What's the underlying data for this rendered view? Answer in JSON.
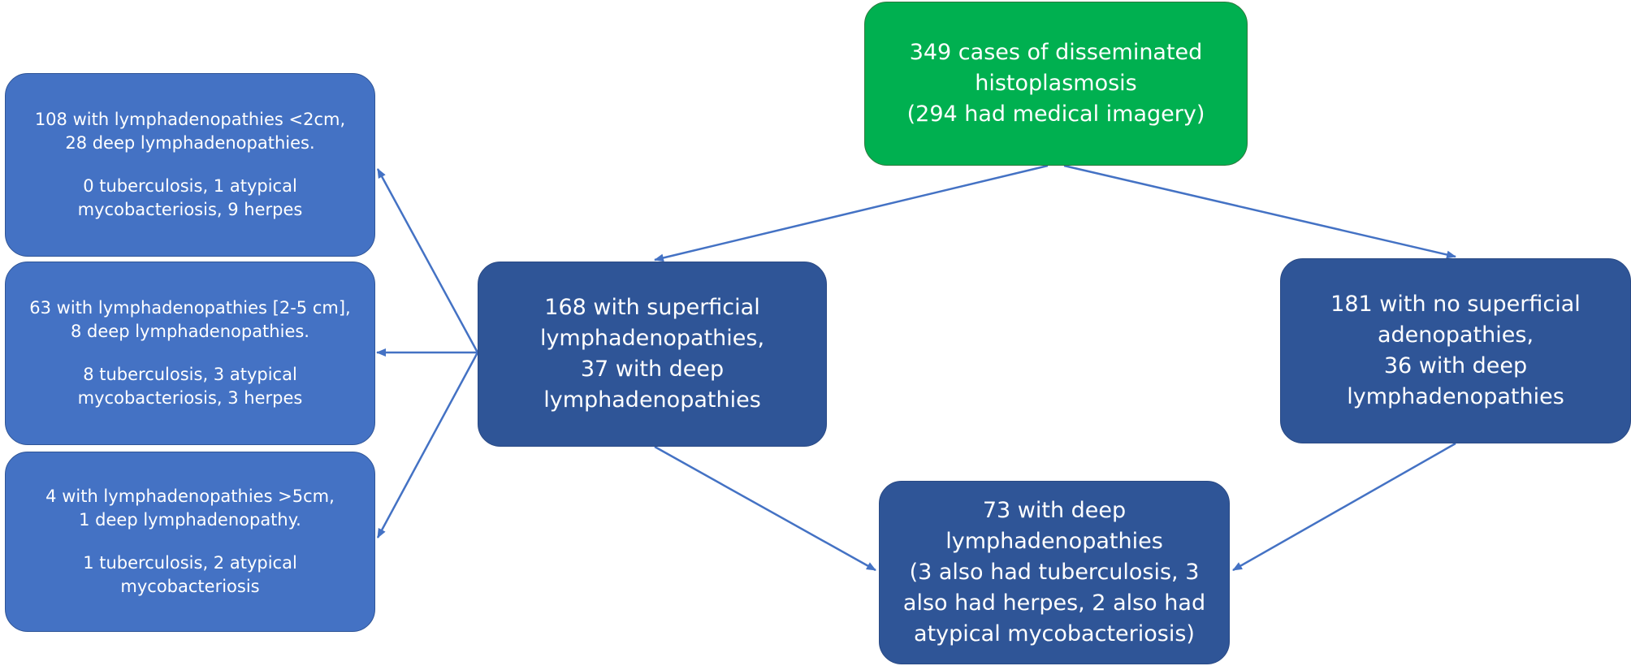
{
  "nodes": {
    "top": {
      "lines": [
        "349 cases of disseminated",
        "histoplasmosis",
        "(294 had medical imagery)"
      ],
      "color": "#00b050"
    },
    "superficial": {
      "lines": [
        "168 with superficial",
        "lymphadenopathies,",
        "37 with deep",
        "lymphadenopathies"
      ],
      "color": "#2f5597"
    },
    "no_superficial": {
      "lines": [
        "181 with no superficial",
        "adenopathies,",
        "36 with deep",
        "lymphadenopathies"
      ],
      "color": "#2f5597"
    },
    "deep": {
      "lines": [
        "73 with deep",
        "lymphadenopathies",
        "(3 also had tuberculosis, 3",
        "also had herpes, 2 also had",
        "atypical mycobacteriosis)"
      ],
      "color": "#2f5597"
    },
    "small_nodes": {
      "summary": [
        "108  with lymphadenopathies <2cm,",
        "28 deep lymphadenopathies."
      ],
      "details": [
        "0 tuberculosis, 1 atypical",
        "mycobacteriosis, 9 herpes"
      ],
      "color": "#4472c4"
    },
    "medium_nodes": {
      "summary": [
        "63 with lymphadenopathies [2-5 cm],",
        "8 deep lymphadenopathies."
      ],
      "details": [
        "8 tuberculosis, 3 atypical",
        "mycobacteriosis, 3 herpes"
      ],
      "color": "#4472c4"
    },
    "large_nodes": {
      "summary": [
        "4 with lymphadenopathies >5cm,",
        "1 deep lymphadenopathy."
      ],
      "details": [
        "1 tuberculosis, 2 atypical",
        "mycobacteriosis"
      ],
      "color": "#4472c4"
    }
  },
  "arrow_color": "#4472c4"
}
